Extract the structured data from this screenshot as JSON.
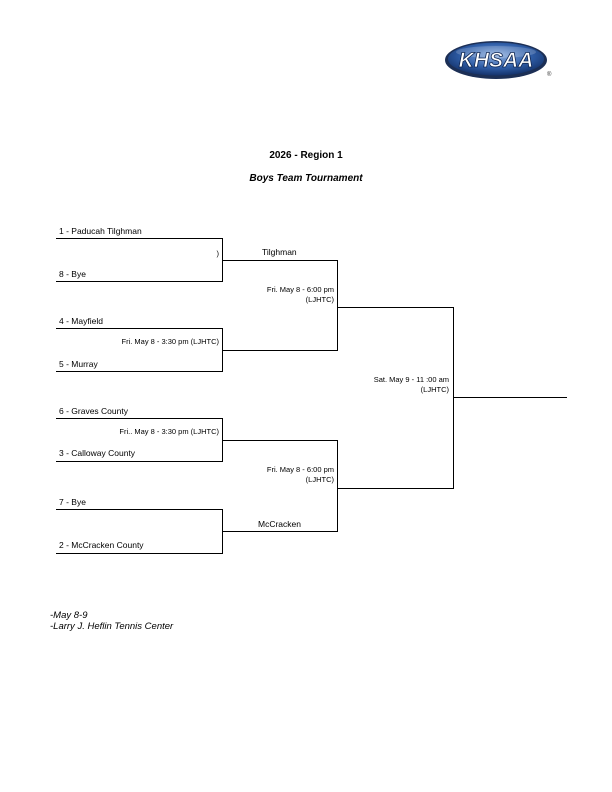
{
  "logo": {
    "text": "KHSAA",
    "mark": "®"
  },
  "header": {
    "title": "2026 - Region 1",
    "subtitle": "Boys Team Tournament"
  },
  "round1": [
    {
      "top": "1 - Paducah Tilghman",
      "bottom": "8 - Bye",
      "info": ")"
    },
    {
      "top": "4 - Mayfield",
      "bottom": "5 - Murray",
      "info": "Fri. May 8 - 3:30 pm (LJHTC)"
    },
    {
      "top": "6 - Graves County",
      "bottom": "3 - Calloway County",
      "info": "Fri.. May 8 - 3:30 pm (LJHTC)"
    },
    {
      "top": "7 - Bye",
      "bottom": "2 - McCracken County",
      "info": ""
    }
  ],
  "round2": [
    {
      "top": "Tilghman",
      "bottom": "",
      "info_line1": "Fri. May 8  - 6:00 pm",
      "info_line2": "(LJHTC)"
    },
    {
      "top": "",
      "bottom": "McCracken",
      "info_line1": "Fri. May 8  - 6:00 pm",
      "info_line2": "(LJHTC)"
    }
  ],
  "final": {
    "info_line1": "Sat. May 9 - 11 :00 am",
    "info_line2": "(LJHTC)"
  },
  "notes": {
    "line1": "-May 8-9",
    "line2": "-Larry J. Heflin Tennis Center"
  }
}
